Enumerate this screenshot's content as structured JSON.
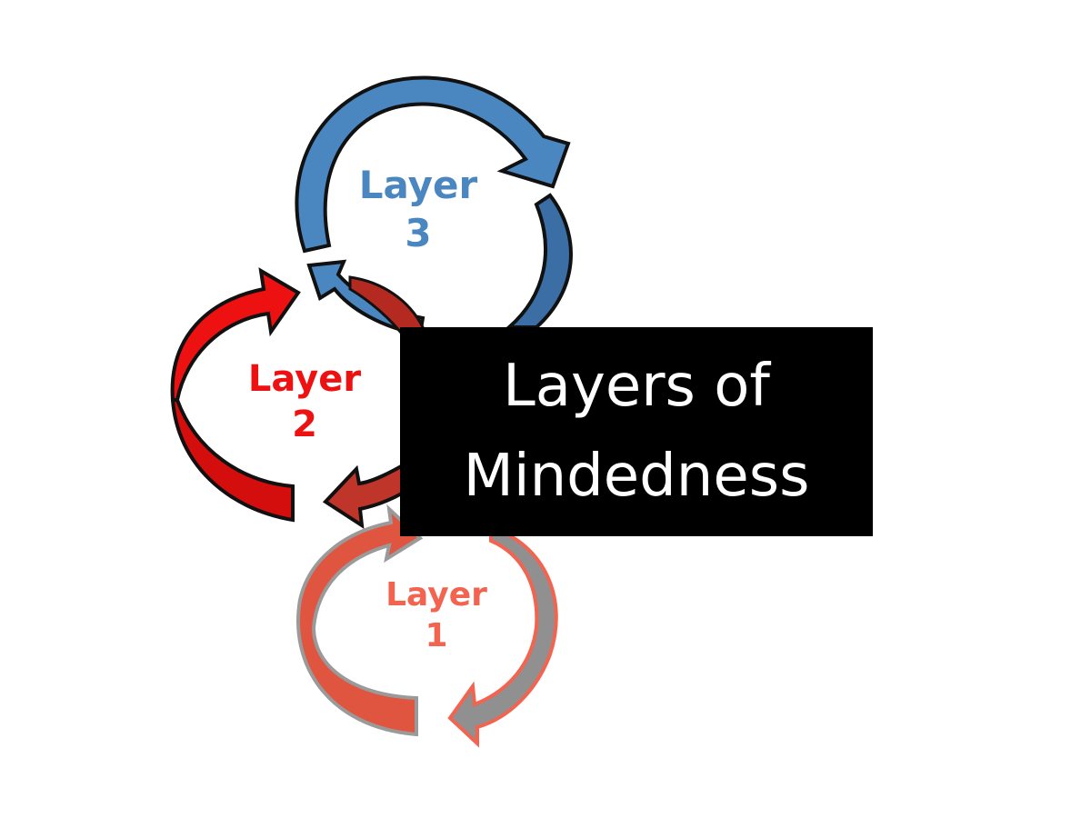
{
  "title": {
    "line1": "Layers of",
    "line2": "Mindedness"
  },
  "layers": [
    {
      "id": "layer-1",
      "label_line1": "Layer",
      "label_line2": "1",
      "color": "#f26450",
      "arrow_fill": "#e0553f",
      "arrow_alt": "#8c8c8c"
    },
    {
      "id": "layer-2",
      "label_line1": "Layer",
      "label_line2": "2",
      "color": "#ee1111",
      "arrow_fill": "#e01010",
      "arrow_alt": "#c0352a"
    },
    {
      "id": "layer-3",
      "label_line1": "Layer",
      "label_line2": "3",
      "color": "#4a86bf",
      "arrow_fill": "#4a86bf",
      "arrow_alt": "#3a6ea5"
    }
  ]
}
